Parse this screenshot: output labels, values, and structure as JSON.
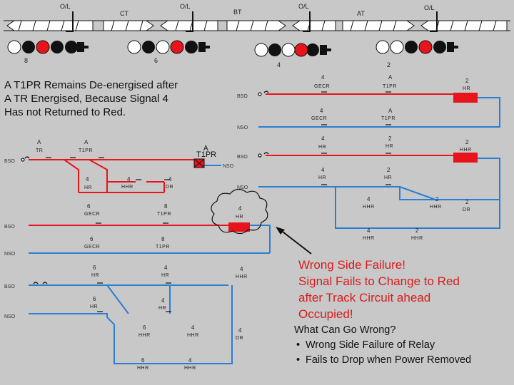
{
  "top_track": {
    "signals": [
      {
        "label": "O/L"
      },
      {
        "label": "O/L"
      },
      {
        "label": "O/L"
      },
      {
        "label": "O/L"
      }
    ],
    "track_circuits": [
      "CT",
      "BT",
      "AT"
    ],
    "signal_numbers": [
      "8",
      "6",
      "4",
      "2"
    ]
  },
  "headline": {
    "line1": "A T1PR Remains De-energised after",
    "line2": "A TR Energised, Because Signal 4",
    "line3": "Has not Returned to Red."
  },
  "bus": {
    "positive": "BSO",
    "negative": "NSO"
  },
  "relays": {
    "a_tr": {
      "num": "A",
      "name": "TR"
    },
    "a_t1pr": {
      "num": "A",
      "name": "T1PR"
    },
    "a_t1pr_bold": {
      "num": "A",
      "name": "T1PR"
    },
    "c4_hr": {
      "num": "4",
      "name": "HR"
    },
    "c4_hhr": {
      "num": "4",
      "name": "HHR"
    },
    "c4_dr": {
      "num": "4",
      "name": "DR"
    },
    "c6_gecr": {
      "num": "6",
      "name": "GECR"
    },
    "c8_t1pr": {
      "num": "8",
      "name": "T1PR"
    },
    "d6_gecr": {
      "num": "6",
      "name": "GECR"
    },
    "d8_t1pr": {
      "num": "8",
      "name": "T1PR"
    },
    "e6_hr": {
      "num": "6",
      "name": "HR"
    },
    "e4_hr": {
      "num": "4",
      "name": "HR"
    },
    "e4_hhr": {
      "num": "4",
      "name": "HHR"
    },
    "f6_hr": {
      "num": "6",
      "name": "HR"
    },
    "f4_hr": {
      "num": "4",
      "name": "HR"
    },
    "g6_hhr": {
      "num": "6",
      "name": "HHR"
    },
    "g4_hhr": {
      "num": "4",
      "name": "HHR"
    },
    "g4_dr": {
      "num": "4",
      "name": "DR"
    },
    "h6_hhr": {
      "num": "6",
      "name": "HHR"
    },
    "h4_hhr": {
      "num": "4",
      "name": "HHR"
    },
    "r1_4_gecr": {
      "num": "4",
      "name": "GECR"
    },
    "r1_a_t1pr": {
      "num": "A",
      "name": "T1PR"
    },
    "r1_2_hr": {
      "num": "2",
      "name": "HR"
    },
    "r2_4_gecr": {
      "num": "4",
      "name": "GECR"
    },
    "r2_a_t1pr": {
      "num": "A",
      "name": "T1PR"
    },
    "r3_4_hr": {
      "num": "4",
      "name": "HR"
    },
    "r3_2_hr": {
      "num": "2",
      "name": "HR"
    },
    "r3_2_hhr": {
      "num": "2",
      "name": "HHR"
    },
    "r4_4_hr": {
      "num": "4",
      "name": "HR"
    },
    "r4_2_hr": {
      "num": "2",
      "name": "HR"
    },
    "r5_4_hhr": {
      "num": "4",
      "name": "HHR"
    },
    "r5_2_hhr": {
      "num": "2",
      "name": "HHR"
    },
    "r5_2_dr": {
      "num": "2",
      "name": "DR"
    },
    "r6_4_hhr": {
      "num": "4",
      "name": "HHR"
    },
    "r6_2_hhr": {
      "num": "2",
      "name": "HHR"
    },
    "cloud_4_hr": {
      "num": "4",
      "name": "HR"
    }
  },
  "wrong_side": {
    "line1": "Wrong Side Failure!",
    "line2": "Signal Fails to Change to Red",
    "line3": "after Track Circuit ahead",
    "line4": "Occupied!"
  },
  "what_can_go_wrong": {
    "title": "What Can Go Wrong?",
    "bullets": [
      "Wrong Side Failure of Relay",
      "Fails to Drop when Power Removed"
    ]
  },
  "colors": {
    "positive": "#e8141c",
    "negative": "#2a7fd4",
    "relay": "#e8141c",
    "background": "#c8c8c8"
  }
}
